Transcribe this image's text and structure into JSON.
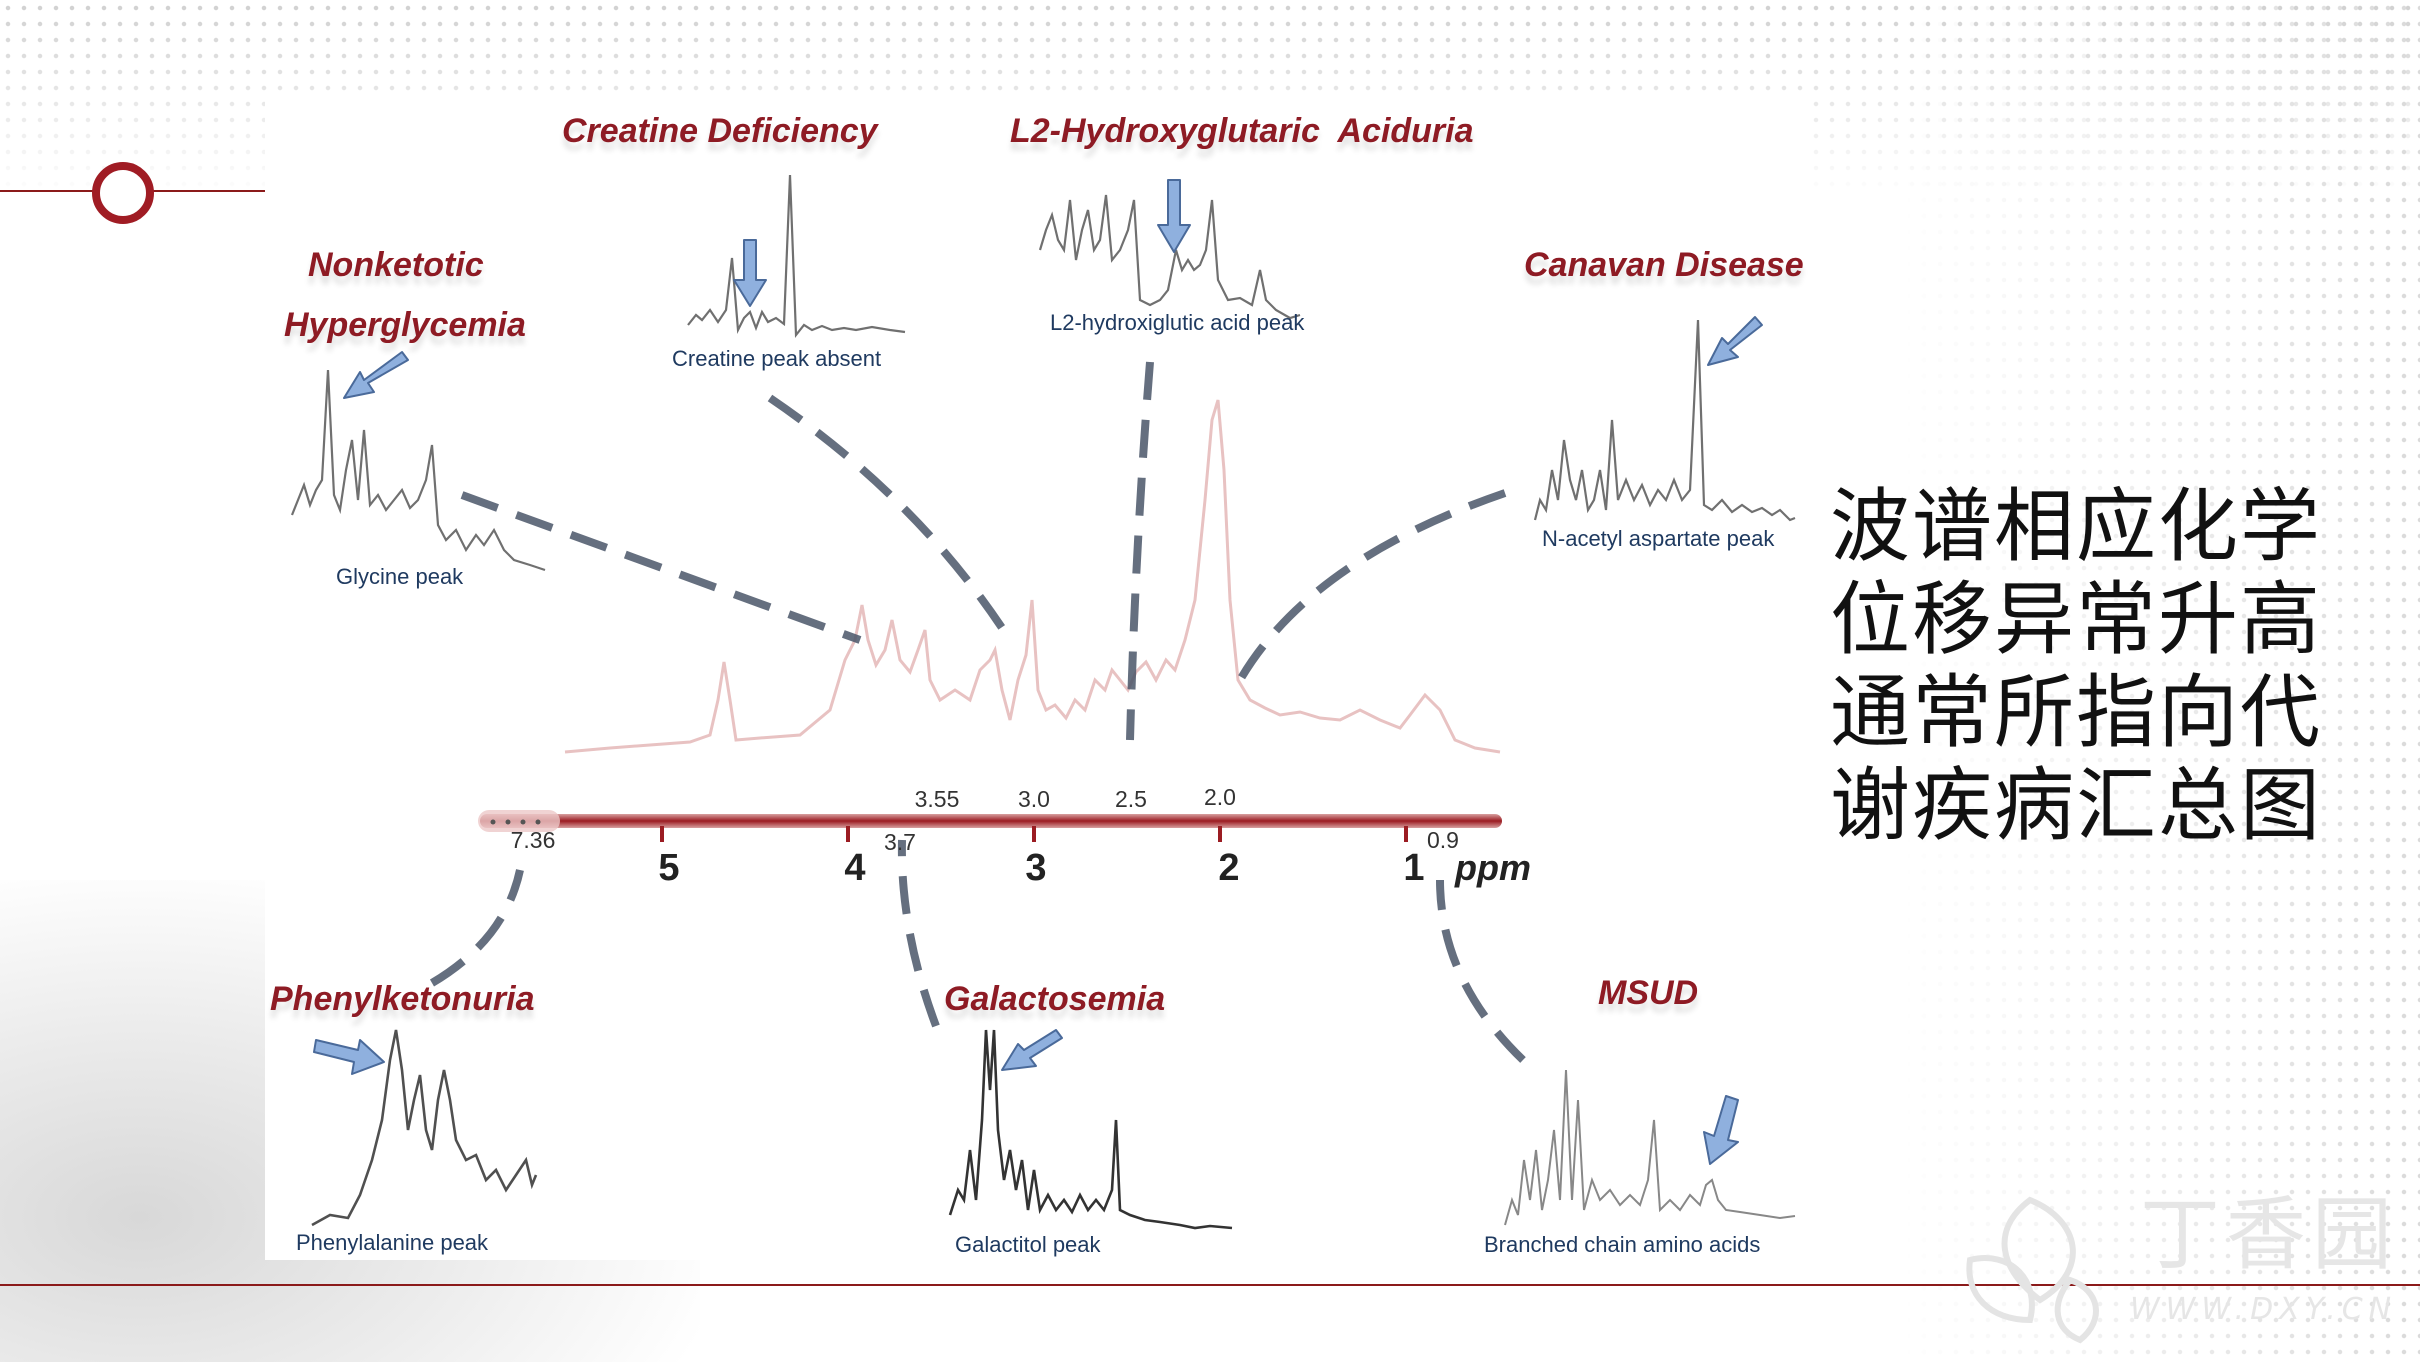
{
  "diseases": {
    "creatine": {
      "name": "Creatine Deficiency",
      "peak": "Creatine peak absent"
    },
    "l2hga": {
      "name": "L2-Hydroxyglutaric  Aciduria",
      "peak": "L2-hydroxiglutic acid peak"
    },
    "nkh": {
      "name_line1": "Nonketotic",
      "name_line2": "Hyperglycemia",
      "peak": "Glycine peak"
    },
    "canavan": {
      "name": "Canavan Disease",
      "peak": "N-acetyl aspartate peak"
    },
    "pku": {
      "name": "Phenylketonuria",
      "peak": "Phenylalanine peak"
    },
    "galactosemia": {
      "name": "Galactosemia",
      "peak": "Galactitol peak"
    },
    "msud": {
      "name": "MSUD",
      "peak": "Branched chain amino acids"
    }
  },
  "axis": {
    "unit": "ppm",
    "major_ticks": [
      "5",
      "4",
      "3",
      "2",
      "1"
    ],
    "markers": {
      "m736": "7.36",
      "m355": "3.55",
      "m37": "3.7",
      "m30": "3.0",
      "m25": "2.5",
      "m20": "2.0",
      "m09": "0.9"
    }
  },
  "caption": {
    "line1": "波谱相应化学",
    "line2": "位移异常升高",
    "line3": "通常所指向代",
    "line4": "谢疾病汇总图"
  },
  "watermark": {
    "brand": "丁香园",
    "url": "WWW.DXY.CN"
  },
  "colors": {
    "disease_text": "#8e1b24",
    "peak_text": "#1f3a60",
    "axis": "#9b1c22",
    "arrow": "#8fb0de",
    "spectrum_faded": "#e6bcbc"
  }
}
